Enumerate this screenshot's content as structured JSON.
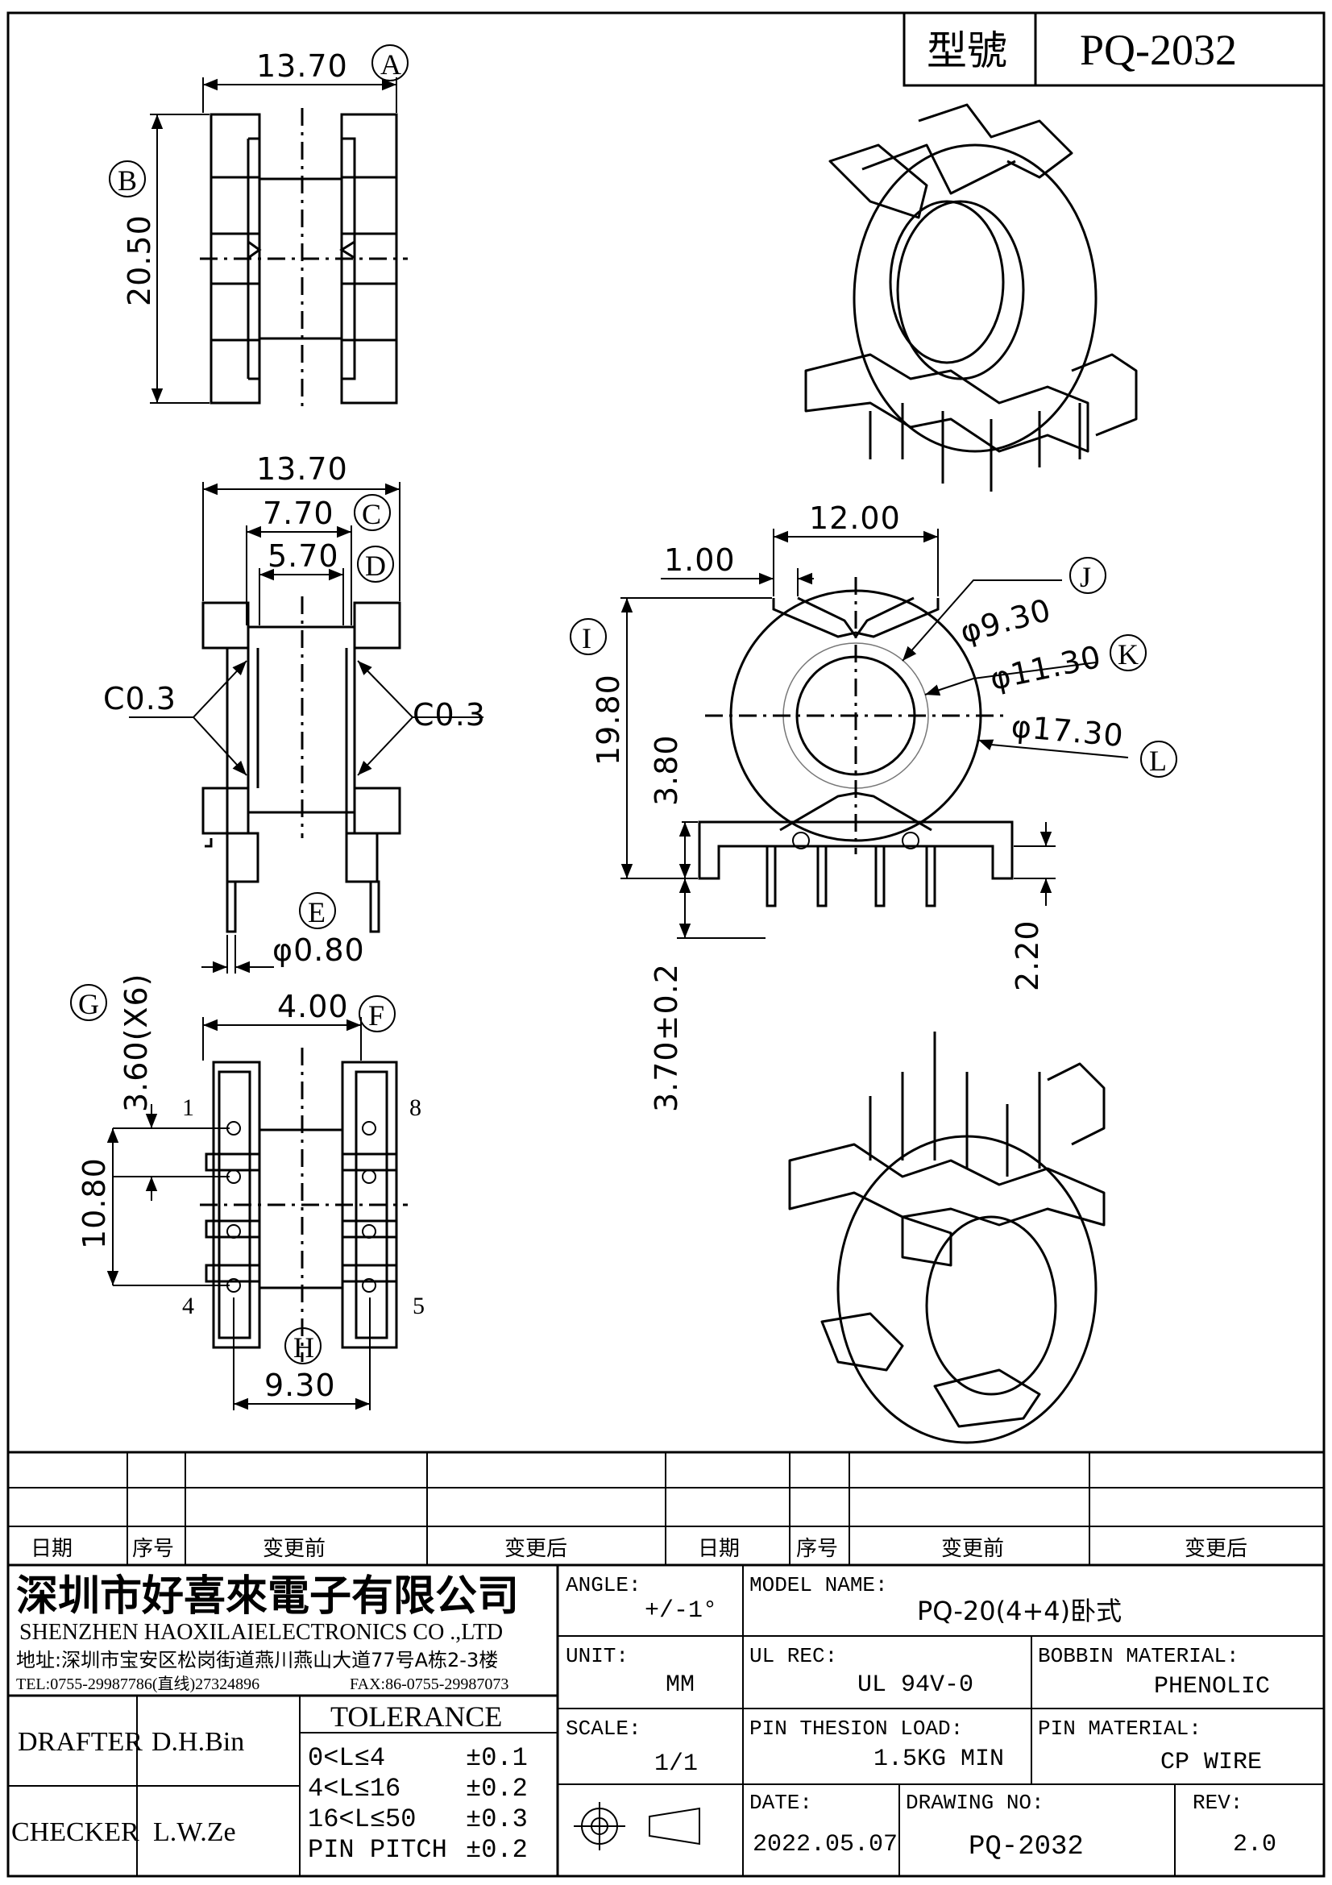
{
  "header": {
    "model_label": "型號",
    "model_value": "PQ-2032"
  },
  "dims": {
    "top_width": "13.70",
    "top_height": "20.50",
    "side_width": "13.70",
    "side_c": "7.70",
    "side_d": "5.70",
    "chamfer_left": "C0.3",
    "chamfer_right": "C0.3",
    "pin_dia": "φ0.80",
    "pin_spacing": "4.00",
    "pitch": "3.60(X6)",
    "pin_span": "10.80",
    "row_spacing": "9.30",
    "front_width": "12.00",
    "front_step": "1.00",
    "dia_j": "φ9.30",
    "dia_k": "φ11.30",
    "dia_l": "φ17.30",
    "front_height": "19.80",
    "front_base": "3.80",
    "pin_stub": "2.20",
    "pin_len": "3.70±0.2"
  },
  "labels": {
    "A": "A",
    "B": "B",
    "C": "C",
    "D": "D",
    "E": "E",
    "F": "F",
    "G": "G",
    "H": "H",
    "I": "I",
    "J": "J",
    "K": "K",
    "L": "L"
  },
  "pins": {
    "p1": "1",
    "p4": "4",
    "p5": "5",
    "p8": "8"
  },
  "revision_table": {
    "headers": [
      "日期",
      "序号",
      "变更前",
      "变更后",
      "日期",
      "序号",
      "变更前",
      "变更后"
    ]
  },
  "company": {
    "name_cn": "深圳市好喜來電子有限公司",
    "name_en": "SHENZHEN HAOXILAIELECTRONICS CO .,LTD",
    "address": "地址:深圳市宝安区松岗街道燕川燕山大道77号A栋2-3楼",
    "tel": "TEL:0755-29987786(直线)27324896",
    "fax": "FAX:86-0755-29987073"
  },
  "title_block": {
    "angle_label": "ANGLE:",
    "angle_value": "+/-1°",
    "model_name_label": "MODEL NAME:",
    "model_name_value": "PQ-20(4+4)卧式",
    "unit_label": "UNIT:",
    "unit_value": "MM",
    "ul_label": "UL REC:",
    "ul_value": "UL 94V-0",
    "bobbin_label": "BOBBIN MATERIAL:",
    "bobbin_value": "PHENOLIC",
    "scale_label": "SCALE:",
    "scale_value": "1/1",
    "load_label": "PIN THESION LOAD:",
    "load_value": "1.5KG MIN",
    "pin_mat_label": "PIN MATERIAL:",
    "pin_mat_value": "CP  WIRE",
    "date_label": "DATE:",
    "date_value": "2022.05.07",
    "drawing_label": "DRAWING NO:",
    "drawing_value": "PQ-2032",
    "rev_label": "REV:",
    "rev_value": "2.0",
    "drafter_label": "DRAFTER",
    "drafter_value": "D.H.Bin",
    "checker_label": "CHECKER",
    "checker_value": "L.W.Ze",
    "tolerance_title": "TOLERANCE",
    "tol_rows": [
      {
        "range": "0<L≤4",
        "tol": "±0.1"
      },
      {
        "range": "4<L≤16",
        "tol": "±0.2"
      },
      {
        "range": "16<L≤50",
        "tol": "±0.3"
      },
      {
        "range": "PIN PITCH",
        "tol": "±0.2"
      }
    ]
  }
}
